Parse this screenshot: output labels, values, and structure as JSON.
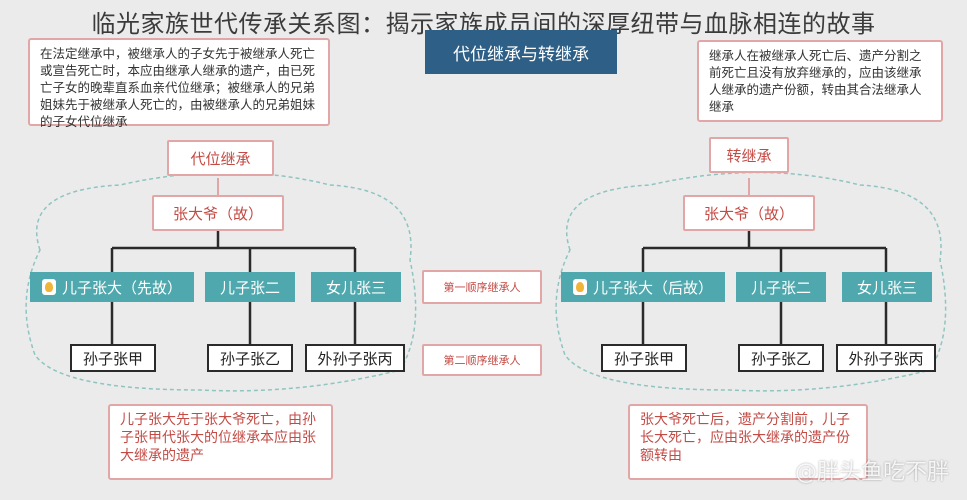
{
  "title": "临光家族世代传承关系图：揭示家族成员间的深厚纽带与血脉相连的故事",
  "header": "代位继承与转继承",
  "left": {
    "note_top": "在法定继承中，被继承人的子女先于被继承人死亡或宣告死亡时，本应由继承人继承的遗产，由已死亡子女的晚辈直系血亲代位继承；被继承人的兄弟姐妹先于被继承人死亡的，由被继承人的兄弟姐妹的子女代位继承",
    "label": "代位继承",
    "grandfather": "张大爷（故）",
    "children": [
      "儿子张大（先故）",
      "儿子张二",
      "女儿张三"
    ],
    "grandchildren": [
      "孙子张甲",
      "孙子张乙",
      "外孙子张丙"
    ],
    "note_bottom": "儿子张大先于张大爷死亡，由孙子张甲代张大的位继承本应由张大继承的遗产"
  },
  "right": {
    "note_top": "继承人在被继承人死亡后、遗产分割之前死亡且没有放弃继承的，应由该继承人继承的遗产份额，转由其合法继承人继承",
    "label": "转继承",
    "grandfather": "张大爷（故）",
    "children": [
      "儿子张大（后故）",
      "儿子张二",
      "女儿张三"
    ],
    "grandchildren": [
      "孙子张甲",
      "孙子张乙",
      "外孙子张丙"
    ],
    "note_bottom": "张大爷死亡后，遗产分割前，儿子长大死亡，应由张大继承的遗产份额转由"
  },
  "order_labels": [
    "第一顺序继承人",
    "第二顺序继承人"
  ],
  "watermark": "@胖头鱼吃不胖",
  "colors": {
    "navy": "#2d5f87",
    "teal": "#4ea8ad",
    "pink": "#e3a6a6",
    "red": "#c44a44"
  }
}
